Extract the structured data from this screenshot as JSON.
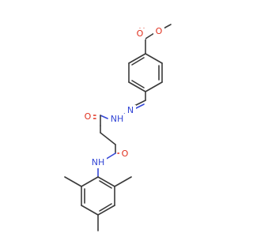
{
  "molecule": {
    "atoms": {
      "o_ester_carbonyl": "O",
      "o_ester_ether": "O",
      "n_hydrazone": "N",
      "nh_hydrazide": "NH",
      "o_hydrazide": "O",
      "o_amide": "O",
      "nh_amide": "NH"
    }
  },
  "colors": {
    "bond": "#3a3a3a",
    "oxygen": "#e0301e",
    "nitrogen": "#3346d6",
    "background": "#ffffff"
  }
}
